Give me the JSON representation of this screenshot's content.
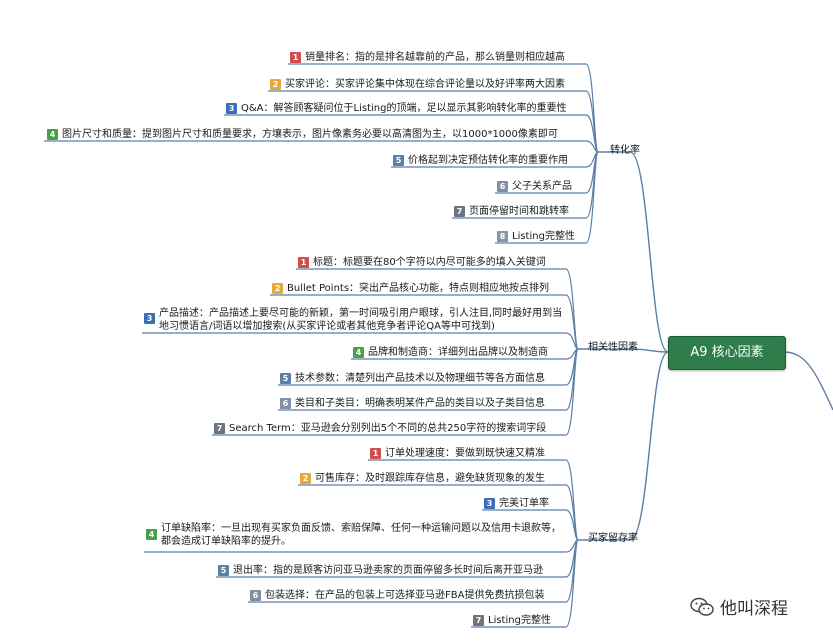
{
  "center": "A9 核心因素",
  "categories": [
    {
      "label": "转化率",
      "items": [
        {
          "n": "1",
          "text": "销量排名：指的是排名越靠前的产品，那么销量则相应越高"
        },
        {
          "n": "2",
          "text": "买家评论：买家评论集中体现在综合评论量以及好评率两大因素"
        },
        {
          "n": "3",
          "text": "Q&A：解答顾客疑问位于Listing的顶端，足以显示其影响转化率的重要性"
        },
        {
          "n": "4",
          "text": "图片尺寸和质量：提到图片尺寸和质量要求，方壤表示，图片像素务必要以高清图为主，以1000*1000像素即可"
        },
        {
          "n": "5",
          "text": "价格起到决定预估转化率的重要作用"
        },
        {
          "n": "6",
          "text": "父子关系产品"
        },
        {
          "n": "7",
          "text": "页面停留时间和跳转率"
        },
        {
          "n": "8",
          "text": "Listing完整性"
        }
      ]
    },
    {
      "label": "相关性因素",
      "items": [
        {
          "n": "1",
          "text": "标题：标题要在80个字符以内尽可能多的填入关键词"
        },
        {
          "n": "2",
          "text": "Bullet Points：突出产品核心功能，特点则相应地按点排列"
        },
        {
          "n": "3",
          "text": "产品描述：产品描述上要尽可能的新颖，第一时间吸引用户眼球，引人注目,同时最好用到当地习惯语言/词语以增加搜索(从买家评论或者其他竞争者评论QA等中可找到)"
        },
        {
          "n": "4",
          "text": "品牌和制造商：详细列出品牌以及制造商"
        },
        {
          "n": "5",
          "text": "技术参数：清楚列出产品技术以及物理细节等各方面信息"
        },
        {
          "n": "6",
          "text": "类目和子类目：明确表明某件产品的类目以及子类目信息"
        },
        {
          "n": "7",
          "text": "Search Term：亚马逊会分别列出5个不同的总共250字符的搜索词字段"
        }
      ]
    },
    {
      "label": "买家留存率",
      "items": [
        {
          "n": "1",
          "text": "订单处理速度：要做到既快速又精准"
        },
        {
          "n": "2",
          "text": "可售库存：及时跟踪库存信息，避免缺货现象的发生"
        },
        {
          "n": "3",
          "text": "完美订单率"
        },
        {
          "n": "4",
          "text": "订单缺陷率：一旦出现有买家负面反馈、索赔保障、任何一种运输问题以及信用卡退款等，都会造成订单缺陷率的提升。"
        },
        {
          "n": "5",
          "text": "退出率：指的是顾客访问亚马逊卖家的页面停留多长时间后离开亚马逊"
        },
        {
          "n": "6",
          "text": "包装选择：在产品的包装上可选择亚马逊FBA提供免费抗损包装"
        },
        {
          "n": "7",
          "text": "Listing完整性"
        }
      ]
    }
  ],
  "watermark": "他叫深程",
  "colors": {
    "center_fill": "#2e7d4a",
    "branch_line": "#5b7fa6",
    "badge_red": "#d34d4d",
    "badge_orange": "#e7a93e",
    "badge_blue": "#3a6fb3",
    "badge_green": "#4aa04a"
  }
}
